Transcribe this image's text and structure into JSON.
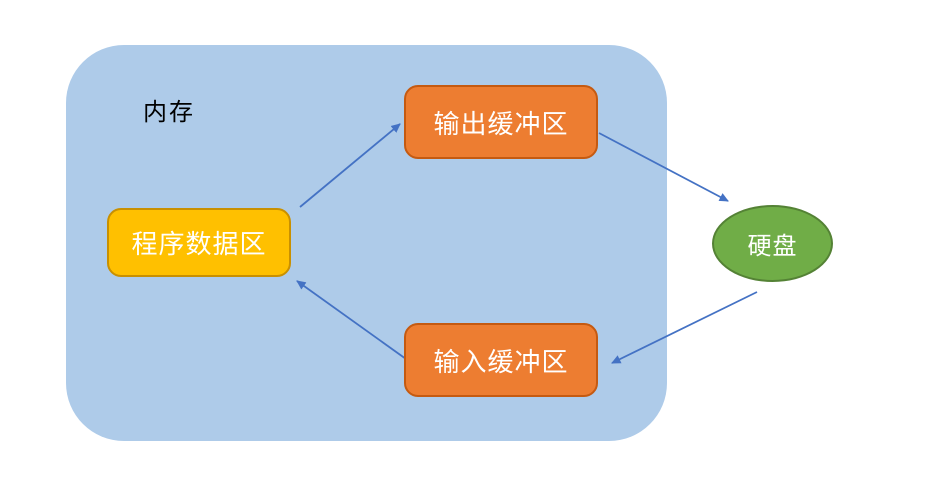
{
  "diagram": {
    "memory_label": "内存",
    "nodes": {
      "output_buffer": {
        "label": "输出缓冲区",
        "shape": "rounded-rect"
      },
      "program_data": {
        "label": "程序数据区",
        "shape": "rounded-rect"
      },
      "input_buffer": {
        "label": "输入缓冲区",
        "shape": "rounded-rect"
      },
      "disk": {
        "label": "硬盘",
        "shape": "ellipse"
      }
    },
    "edges": [
      {
        "from": "程序数据区",
        "to": "输出缓冲区"
      },
      {
        "from": "输出缓冲区",
        "to": "硬盘"
      },
      {
        "from": "硬盘",
        "to": "输入缓冲区"
      },
      {
        "from": "输入缓冲区",
        "to": "程序数据区"
      }
    ],
    "colors": {
      "memory_fill": "#AECBE9",
      "buffer_fill": "#ED7D31",
      "buffer_border": "#C55A11",
      "program_fill": "#FFC000",
      "program_border": "#C99000",
      "disk_fill": "#70AD47",
      "disk_border": "#548235",
      "arrow": "#4472C4",
      "node_text": "#FFFFFF",
      "memory_text": "#000000",
      "page_background": "#FFFFFF"
    }
  }
}
